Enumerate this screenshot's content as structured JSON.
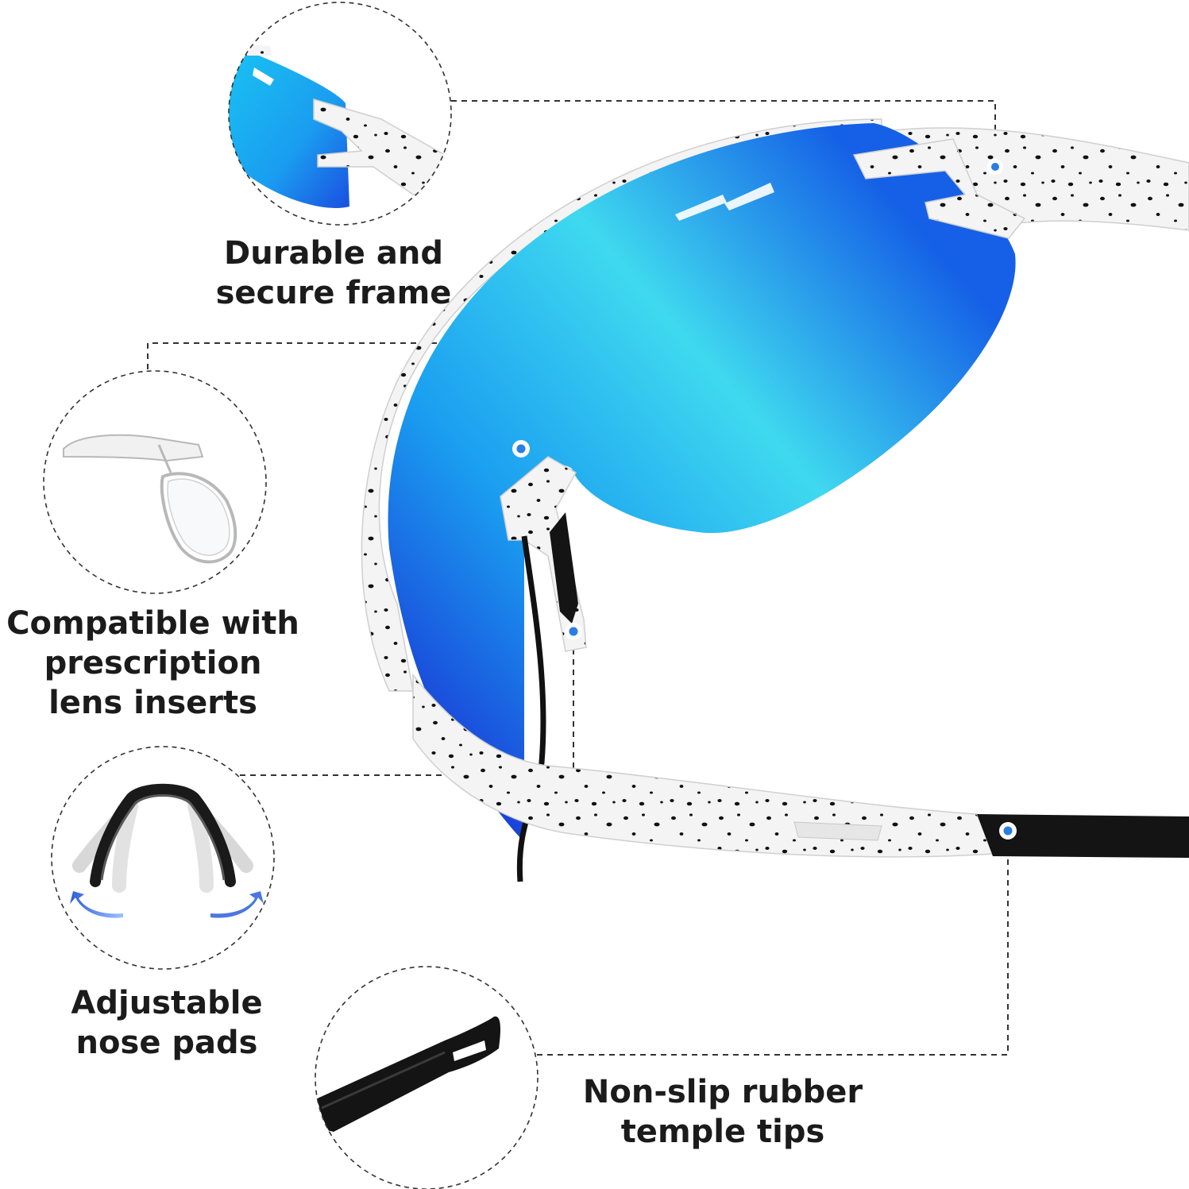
{
  "colors": {
    "lens_light": "#3fd9ef",
    "lens_mid": "#1a9df0",
    "lens_dark": "#1a3fd8",
    "frame": "#f4f4f4",
    "speckle": "#111111",
    "rubber": "#141414",
    "callout_dot": "#2a7de1",
    "callout_line": "#333333",
    "arrow_blue": "#2b5fd9"
  },
  "features": [
    {
      "id": "frame",
      "lines": [
        "Durable and",
        "secure frame"
      ],
      "icon": "lens-clip-icon"
    },
    {
      "id": "rx",
      "lines": [
        "Compatible with",
        "prescription",
        "lens inserts"
      ],
      "icon": "prescription-insert-icon"
    },
    {
      "id": "nose",
      "lines": [
        "Adjustable",
        "nose pads"
      ],
      "icon": "nose-pad-icon"
    },
    {
      "id": "tips",
      "lines": [
        "Non-slip rubber",
        "temple tips"
      ],
      "icon": "temple-tip-icon"
    }
  ]
}
